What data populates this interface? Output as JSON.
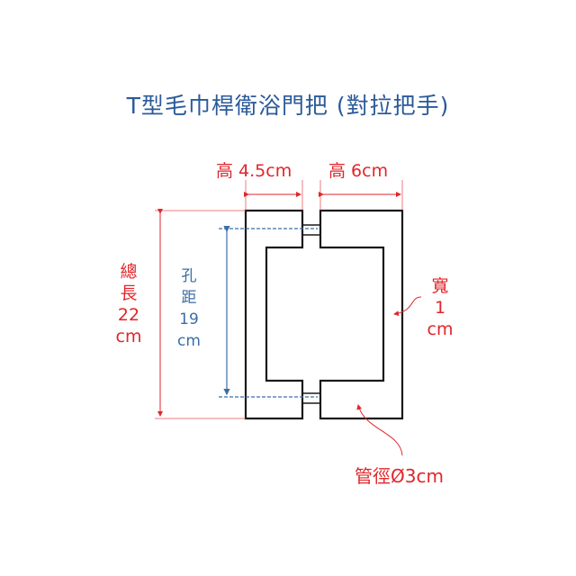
{
  "title": "T型毛巾桿衛浴門把 (對拉把手)",
  "labels": {
    "height_left": "高 4.5cm",
    "height_right": "高 6cm",
    "total_length": [
      "總",
      "長",
      "22",
      "cm"
    ],
    "hole_distance": [
      "孔",
      "距",
      "19",
      "cm"
    ],
    "width": [
      "寬",
      "1",
      "cm"
    ],
    "pipe_diameter": "管徑Ø3cm"
  },
  "colors": {
    "title": "#2b5a9a",
    "red": "#e0262b",
    "blue": "#3a6ea5",
    "outline": "#1a1a1a"
  }
}
